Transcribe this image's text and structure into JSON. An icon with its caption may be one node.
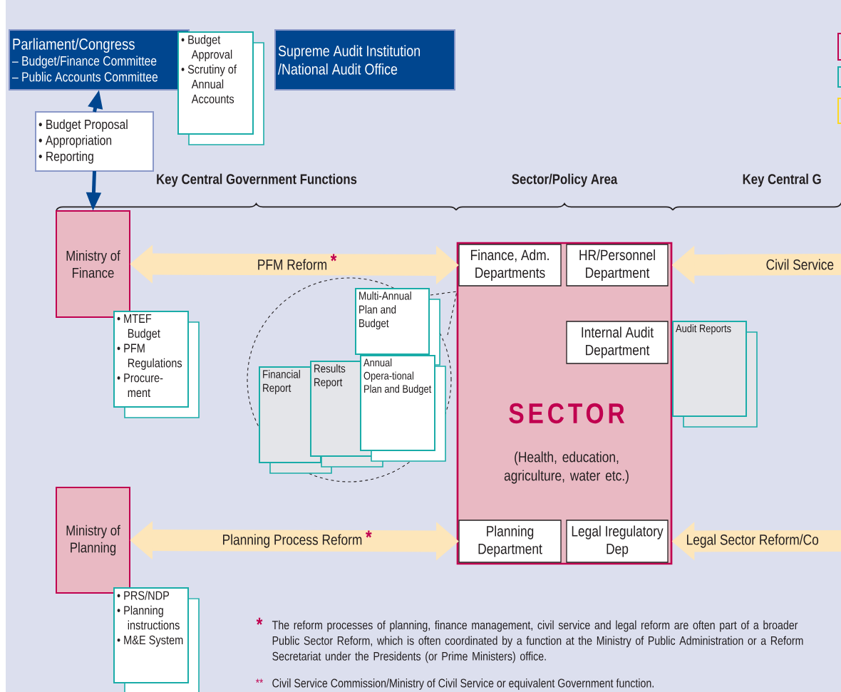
{
  "diagram": {
    "nodes": [
      {
        "text": [
          "Parliament/Congress",
          "– Budget/Finance Committee",
          "– Public Accounts Committee"
        ]
      },
      {
        "text": [
          "• Budget Approval",
          "• Scrutiny of Annual Accounts"
        ]
      },
      {
        "text": [
          "Supreme Audit Institution /National Audit Office"
        ]
      },
      {
        "text": [
          "• Budget Proposal",
          "• Appropriation",
          "• Reporting"
        ]
      },
      {
        "text": [
          "Ministry of Finance"
        ]
      },
      {
        "text": [
          "• MTEF Budget",
          "• PFM Regulations",
          "• Procure-ment"
        ]
      },
      {
        "text": [
          "Multi-Annual Plan and Budget"
        ]
      },
      {
        "text": [
          "Financial Report"
        ]
      },
      {
        "text": [
          "Results Report"
        ]
      },
      {
        "text": [
          "Annual Opera-tional Plan and Budget"
        ]
      },
      {
        "text": [
          "SECTOR",
          "(Health, education, agriculture, water etc.)"
        ]
      },
      {
        "text": [
          "Finance, Adm. Departments"
        ],
        "in": 10
      },
      {
        "text": [
          "HR/Personnel Department"
        ],
        "in": 10
      },
      {
        "text": [
          "Internal Audit Department"
        ],
        "in": 10
      },
      {
        "text": [
          "Planning Department"
        ],
        "in": 10
      },
      {
        "text": [
          "Legal Iregulatory Dep"
        ],
        "in": 10
      },
      {
        "text": [
          "Audit Reports"
        ]
      },
      {
        "text": [
          "Ministry of Planning"
        ]
      },
      {
        "text": [
          "• PRS/NDP",
          "• Planning instructions",
          "• M&E System"
        ]
      }
    ],
    "edges": [
      {
        "from": 3,
        "to": 0,
        "arrow": "to",
        "color": "#00468f"
      },
      {
        "from": 3,
        "to": 4,
        "arrow": "to",
        "color": "#00468f"
      },
      {
        "from": 4,
        "to": 11,
        "arrow": "both",
        "label": "PFM Reform"
      },
      {
        "from": 17,
        "to": 14,
        "arrow": "both",
        "label": "Planning Process Reform"
      },
      {
        "from": null,
        "to": 12,
        "arrow": "to",
        "label": "Civil Service"
      },
      {
        "from": null,
        "to": 15,
        "arrow": "to",
        "label": "Legal Sector Reform/Co"
      }
    ],
    "labels": [
      "Key Central Government Functions",
      "Sector/Policy Area",
      "Key Central G",
      "*",
      "*",
      "*",
      "The reform processes of planning, finance management, civil service and legal reform are often part of a broader Public Sector Reform, which is often coordinated by a function at the Ministry of Public Administration or a Reform Secretariat under the Presidents (or Prime Ministers) office.",
      "**",
      "Civil Service Commission/Ministry of Civil Service or equivalent Government function."
    ]
  }
}
